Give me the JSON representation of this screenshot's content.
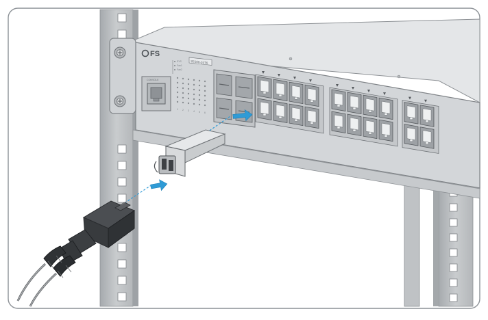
{
  "figure": {
    "brand": "FS",
    "model": "S5100-24T6",
    "console_label": "CONSOLE",
    "led_legend": [
      "SYS",
      "Fan1",
      "Fan2"
    ],
    "led_numbers": [
      "1",
      "2",
      "3",
      "4",
      "5",
      "6"
    ],
    "colors": {
      "frame_border": "#8c9196",
      "rack_post": "#c3c6c9",
      "rack_post_dark": "#9fa3a7",
      "switch_top": "#e3e5e7",
      "switch_front": "#d0d3d6",
      "port": "#9da1a5",
      "arrow": "#2f9bd6",
      "cable": "#4a4d50",
      "connector": "#3a3d40"
    },
    "icons": [
      "rack-ear-screw-icon",
      "insert-arrow-icon",
      "rj45-port-icon",
      "sfp-cage-icon"
    ]
  }
}
